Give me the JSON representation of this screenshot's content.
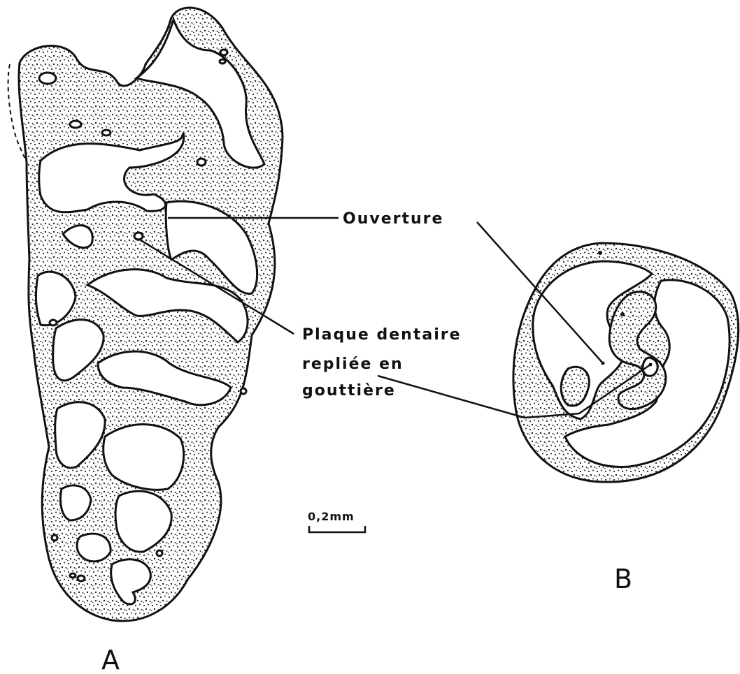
{
  "labels": {
    "opening": "Ouverture",
    "plate_line1": "Plaque dentaire",
    "plate_line2": "repliée en",
    "plate_line3": "gouttière",
    "scale": "0,2mm",
    "panel_a": "A",
    "panel_b": "B"
  },
  "colors": {
    "ink": "#111111",
    "paper": "#ffffff"
  }
}
